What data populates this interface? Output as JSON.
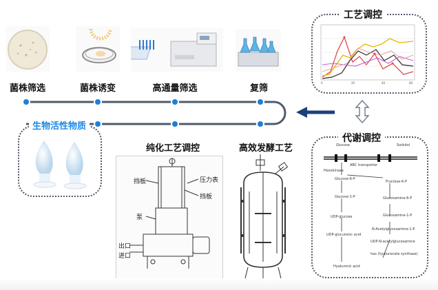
{
  "stages": {
    "screening": "菌株筛选",
    "mutagenesis": "菌株诱变",
    "htp_screening": "高通量筛选",
    "rescreening": "复筛"
  },
  "process_control": {
    "title": "工艺调控"
  },
  "metabolic_control": {
    "title": "代谢调控",
    "nodes": {
      "glucose": "Glucose",
      "sorbitol": "Sorbitol",
      "transporter": "ABC transporter",
      "hexokinase": "Hexokinase",
      "g6p": "Glucose-6-P",
      "g1p": "Glucose-1-P",
      "f6p": "Fructose-6-P",
      "udpg": "UDP-glucose",
      "glcn6p": "Glucosamine-6-P",
      "glcn1p": "Glucosamine-1-P",
      "glcnac1p": "N-Acetylglucosamine-1-P",
      "udpglca": "UDP-glucuronic acid",
      "udpglcnac": "UDP-N-acetylglucosamine",
      "hyaluronic": "Hyaluronic acid",
      "has": "has (hyaluronate synthase)"
    }
  },
  "bioactive": {
    "title": "生物活性物质"
  },
  "purification": {
    "title": "纯化工艺调控",
    "labels": {
      "baffle": "挡板",
      "pressure": "压力表",
      "gate": "挡板",
      "pump": "泵",
      "outlet": "出口",
      "inlet": "进口"
    }
  },
  "fermentation": {
    "title": "高效发酵工艺"
  },
  "colors": {
    "timeline": "#4f5a6e",
    "node": "#1e7fd6",
    "arrow": "#1e3f7a",
    "bioactive_title": "#1e88e5"
  },
  "chart_icon_present": true
}
